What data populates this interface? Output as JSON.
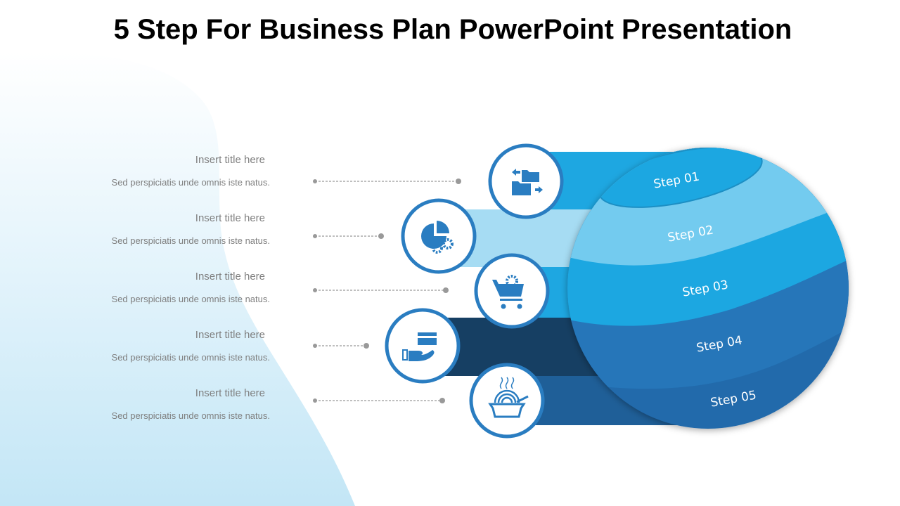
{
  "title": "5 Step For Business Plan PowerPoint Presentation",
  "items": [
    {
      "title": "Insert title here",
      "desc": "Sed perspiciatis unde omnis iste natus.",
      "step": "Step 01",
      "icon": "folder-transfer-icon"
    },
    {
      "title": "Insert title here",
      "desc": "Sed perspiciatis unde omnis iste natus.",
      "step": "Step 02",
      "icon": "pie-chart-gears-icon"
    },
    {
      "title": "Insert title here",
      "desc": "Sed perspiciatis unde omnis iste natus.",
      "step": "Step 03",
      "icon": "cart-gear-icon"
    },
    {
      "title": "Insert title here",
      "desc": "Sed perspiciatis unde omnis iste natus.",
      "step": "Step 04",
      "icon": "hand-card-icon"
    },
    {
      "title": "Insert title here",
      "desc": "Sed perspiciatis unde omnis iste natus.",
      "step": "Step 05",
      "icon": "hot-bowl-icon"
    }
  ],
  "colors": {
    "step1": "#1ea7e1",
    "step2": "#73cbef",
    "step3": "#1ea7e1",
    "step4": "#2576b9",
    "step5": "#216aab",
    "accent": "#2a7dc1"
  }
}
